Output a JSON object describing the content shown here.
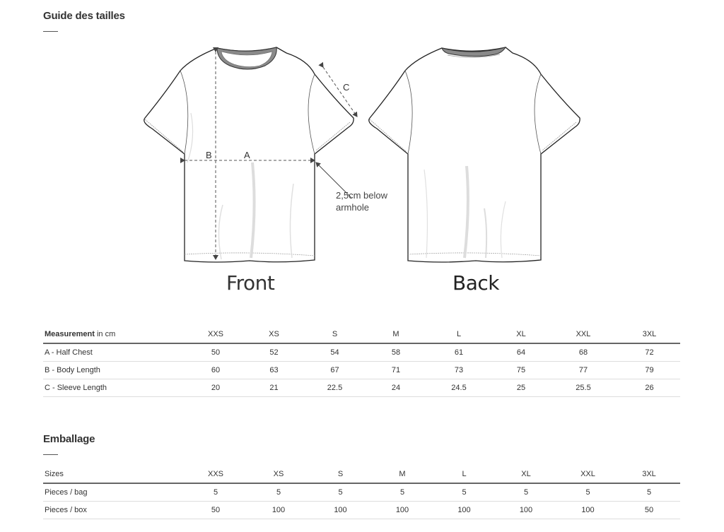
{
  "size_guide": {
    "title": "Guide des tailles",
    "illustration": {
      "front_label": "Front",
      "back_label": "Back",
      "labels": {
        "a": "A",
        "b": "B",
        "c": "C"
      },
      "annotation_line1": "2,5cm below",
      "annotation_line2": "armhole"
    },
    "table": {
      "header_bold": "Measurement",
      "header_suffix": " in cm",
      "sizes": [
        "XXS",
        "XS",
        "S",
        "M",
        "L",
        "XL",
        "XXL",
        "3XL"
      ],
      "rows": [
        {
          "label": "A - Half Chest",
          "values": [
            "50",
            "52",
            "54",
            "58",
            "61",
            "64",
            "68",
            "72"
          ]
        },
        {
          "label": "B - Body Length",
          "values": [
            "60",
            "63",
            "67",
            "71",
            "73",
            "75",
            "77",
            "79"
          ]
        },
        {
          "label": "C - Sleeve Length",
          "values": [
            "20",
            "21",
            "22.5",
            "24",
            "24.5",
            "25",
            "25.5",
            "26"
          ]
        }
      ]
    }
  },
  "packaging": {
    "title": "Emballage",
    "table": {
      "header": "Sizes",
      "sizes": [
        "XXS",
        "XS",
        "S",
        "M",
        "L",
        "XL",
        "XXL",
        "3XL"
      ],
      "rows": [
        {
          "label": "Pieces / bag",
          "values": [
            "5",
            "5",
            "5",
            "5",
            "5",
            "5",
            "5",
            "5"
          ]
        },
        {
          "label": "Pieces / box",
          "values": [
            "50",
            "100",
            "100",
            "100",
            "100",
            "100",
            "100",
            "50"
          ]
        }
      ]
    }
  },
  "colors": {
    "text": "#333333",
    "collar": "#8a8a8a",
    "header_rule": "#666666",
    "row_rule": "#dddddd"
  }
}
